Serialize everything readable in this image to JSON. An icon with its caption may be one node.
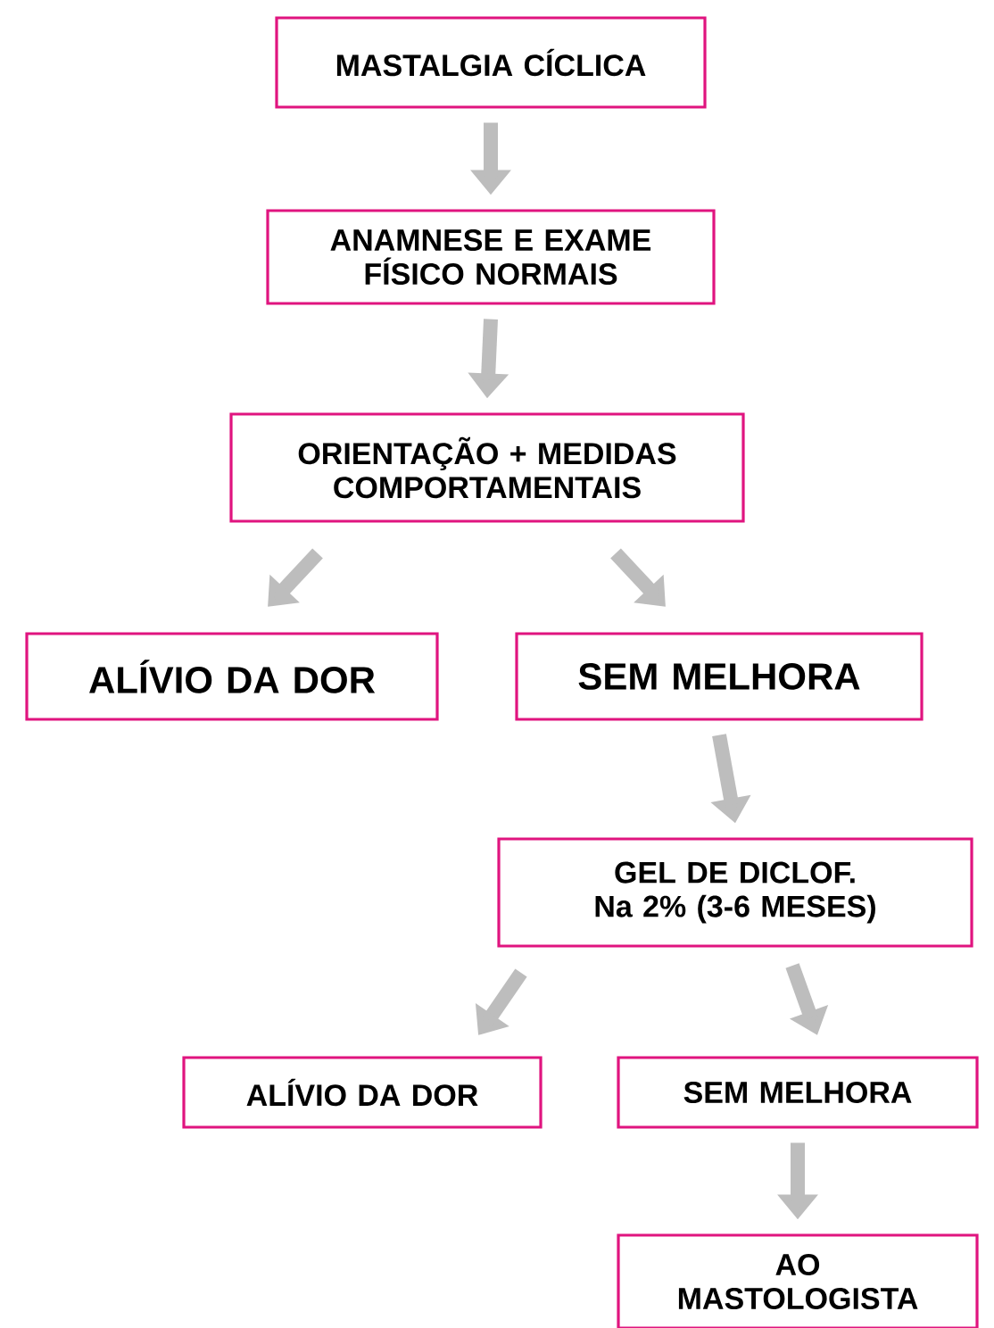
{
  "diagram": {
    "nodes": [
      {
        "text": [
          "MASTALGIA CÍCLICA"
        ]
      },
      {
        "text": [
          "ANAMNESE E EXAME FÍSICO NORMAIS"
        ]
      },
      {
        "text": [
          "ORIENTAÇÃO + MEDIDAS COMPORTAMENTAIS"
        ]
      },
      {
        "text": [
          "ALÍVIO DA DOR"
        ]
      },
      {
        "text": [
          "SEM MELHORA"
        ]
      },
      {
        "text": [
          "GEL DE DICLOF. Na 2% (3-6 MESES)"
        ]
      },
      {
        "text": [
          "ALÍVIO DA DOR"
        ]
      },
      {
        "text": [
          "SEM MELHORA"
        ]
      },
      {
        "text": [
          "AO MASTOLOGISTA"
        ]
      }
    ],
    "edges": [
      {
        "from": 0,
        "to": 1,
        "arrow": "to"
      },
      {
        "from": 1,
        "to": 2,
        "arrow": "to"
      },
      {
        "from": 2,
        "to": 3,
        "arrow": "to"
      },
      {
        "from": 2,
        "to": 4,
        "arrow": "to"
      },
      {
        "from": 4,
        "to": 5,
        "arrow": "to"
      },
      {
        "from": 5,
        "to": 6,
        "arrow": "to"
      },
      {
        "from": 5,
        "to": 7,
        "arrow": "to"
      },
      {
        "from": 7,
        "to": 8,
        "arrow": "to"
      }
    ]
  }
}
